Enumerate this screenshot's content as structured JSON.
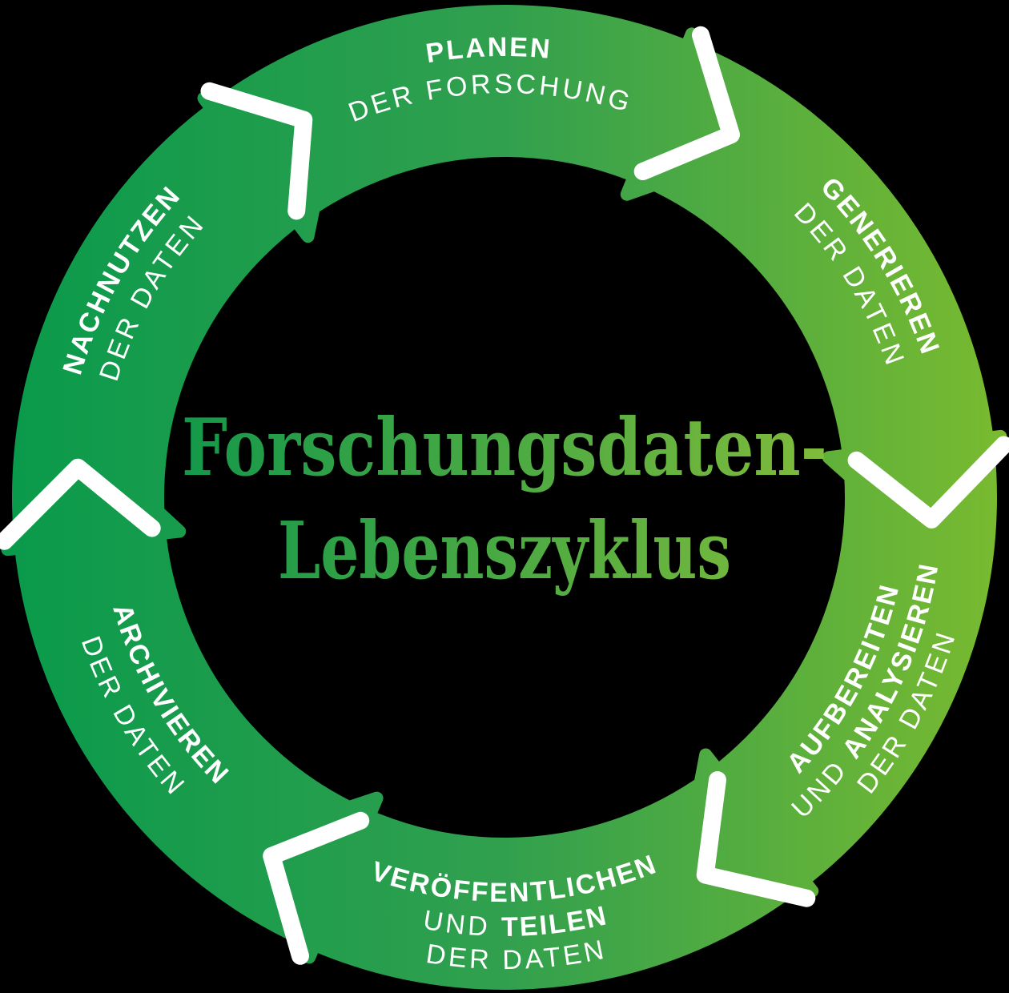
{
  "background": "#000000",
  "title": {
    "line1": "Forschungsdaten-",
    "line2": "Lebenszyklus"
  },
  "stages": [
    {
      "name": "planen",
      "line1": "PLANEN",
      "line2": "DER FORSCHUNG"
    },
    {
      "name": "generieren",
      "line1": "GENERIEREN",
      "line2": "DER DATEN"
    },
    {
      "name": "aufbereiten-analysieren",
      "line1": "AUFBEREITEN",
      "line2_regular": "UND",
      "line2_bold": "ANALYSIEREN",
      "line3": "DER DATEN"
    },
    {
      "name": "veroeffentlichen-teilen",
      "line1": "VERÖFFENTLICHEN",
      "line2_regular": "UND",
      "line2_bold": "TEILEN",
      "line3": "DER DATEN"
    },
    {
      "name": "archivieren",
      "line1": "ARCHIVIEREN",
      "line2": "DER DATEN"
    },
    {
      "name": "nachnutzen",
      "line1": "NACHNUTZEN",
      "line2": "DER DATEN"
    }
  ],
  "colors": {
    "ring_gradient_start": "#0A9A4B",
    "ring_gradient_mid": "#31A04E",
    "ring_gradient_end": "#79BA30",
    "title_gradient_start": "#14984A",
    "title_gradient_end": "#82BC3B",
    "label_text": "#FFFFFF",
    "arrow_outline": "#FFFFFF"
  }
}
